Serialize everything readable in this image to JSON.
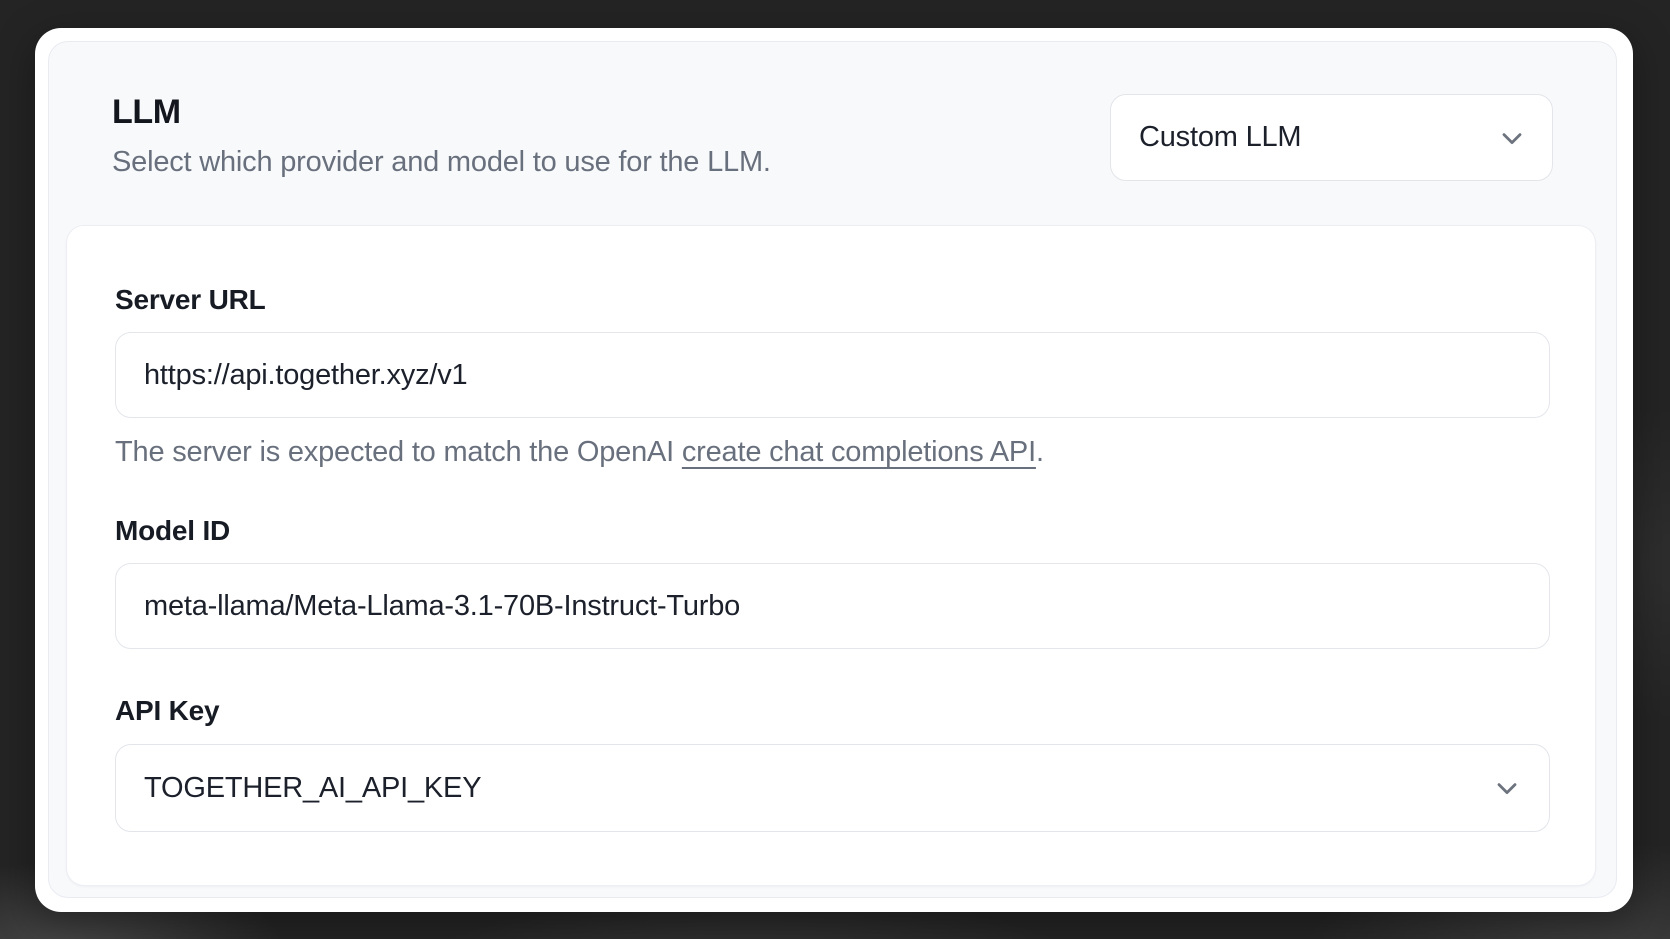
{
  "colors": {
    "page_background": "#242424",
    "card_background": "#ffffff",
    "panel_background": "#f8f9fb",
    "border": "#e4e6eb",
    "text_primary": "#171b24",
    "text_secondary": "#69707d"
  },
  "llm_section": {
    "title": "LLM",
    "subtitle": "Select which provider and model to use for the LLM.",
    "provider_dropdown": {
      "value": "Custom LLM",
      "icon": "chevron-down"
    },
    "fields": {
      "server_url": {
        "label": "Server URL",
        "value": "https://api.together.xyz/v1",
        "help_prefix": "The server is expected to match the OpenAI ",
        "help_link": "create chat completions API",
        "help_suffix": "."
      },
      "model_id": {
        "label": "Model ID",
        "value": "meta-llama/Meta-Llama-3.1-70B-Instruct-Turbo"
      },
      "api_key": {
        "label": "API Key",
        "dropdown_value": "TOGETHER_AI_API_KEY",
        "icon": "chevron-down"
      }
    }
  }
}
